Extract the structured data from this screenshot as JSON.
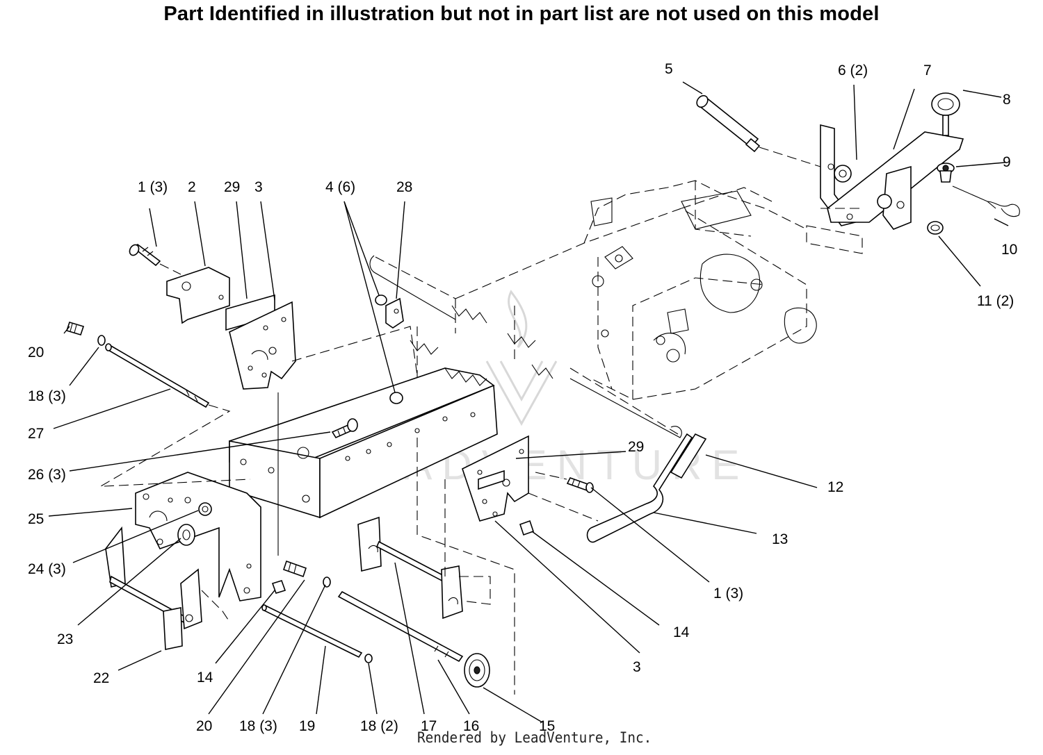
{
  "header": {
    "title": "Part Identified in illustration but not in part list are not used on this model"
  },
  "footer": {
    "credit": "Rendered by LeadVenture, Inc."
  },
  "watermark": {
    "text": "LEADVENTURE"
  },
  "callouts": [
    {
      "id": "c1",
      "text": "1 (3)"
    },
    {
      "id": "c2",
      "text": "2"
    },
    {
      "id": "c29a",
      "text": "29"
    },
    {
      "id": "c3a",
      "text": "3"
    },
    {
      "id": "c4",
      "text": "4 (6)"
    },
    {
      "id": "c28",
      "text": "28"
    },
    {
      "id": "c5",
      "text": "5"
    },
    {
      "id": "c6",
      "text": "6 (2)"
    },
    {
      "id": "c7",
      "text": "7"
    },
    {
      "id": "c8",
      "text": "8"
    },
    {
      "id": "c9",
      "text": "9"
    },
    {
      "id": "c10",
      "text": "10"
    },
    {
      "id": "c11",
      "text": "11 (2)"
    },
    {
      "id": "c20a",
      "text": "20"
    },
    {
      "id": "c18a",
      "text": "18 (3)"
    },
    {
      "id": "c27",
      "text": "27"
    },
    {
      "id": "c26",
      "text": "26 (3)"
    },
    {
      "id": "c25",
      "text": "25"
    },
    {
      "id": "c24",
      "text": "24 (3)"
    },
    {
      "id": "c23",
      "text": "23"
    },
    {
      "id": "c22",
      "text": "22"
    },
    {
      "id": "c14a",
      "text": "14"
    },
    {
      "id": "c20b",
      "text": "20"
    },
    {
      "id": "c18b",
      "text": "18 (3)"
    },
    {
      "id": "c19",
      "text": "19"
    },
    {
      "id": "c18c",
      "text": "18 (2)"
    },
    {
      "id": "c17",
      "text": "17"
    },
    {
      "id": "c16",
      "text": "16"
    },
    {
      "id": "c15",
      "text": "15"
    },
    {
      "id": "c3b",
      "text": "3"
    },
    {
      "id": "c14b",
      "text": "14"
    },
    {
      "id": "c1b",
      "text": "1 (3)"
    },
    {
      "id": "c13",
      "text": "13"
    },
    {
      "id": "c12",
      "text": "12"
    },
    {
      "id": "c29b",
      "text": "29"
    }
  ]
}
